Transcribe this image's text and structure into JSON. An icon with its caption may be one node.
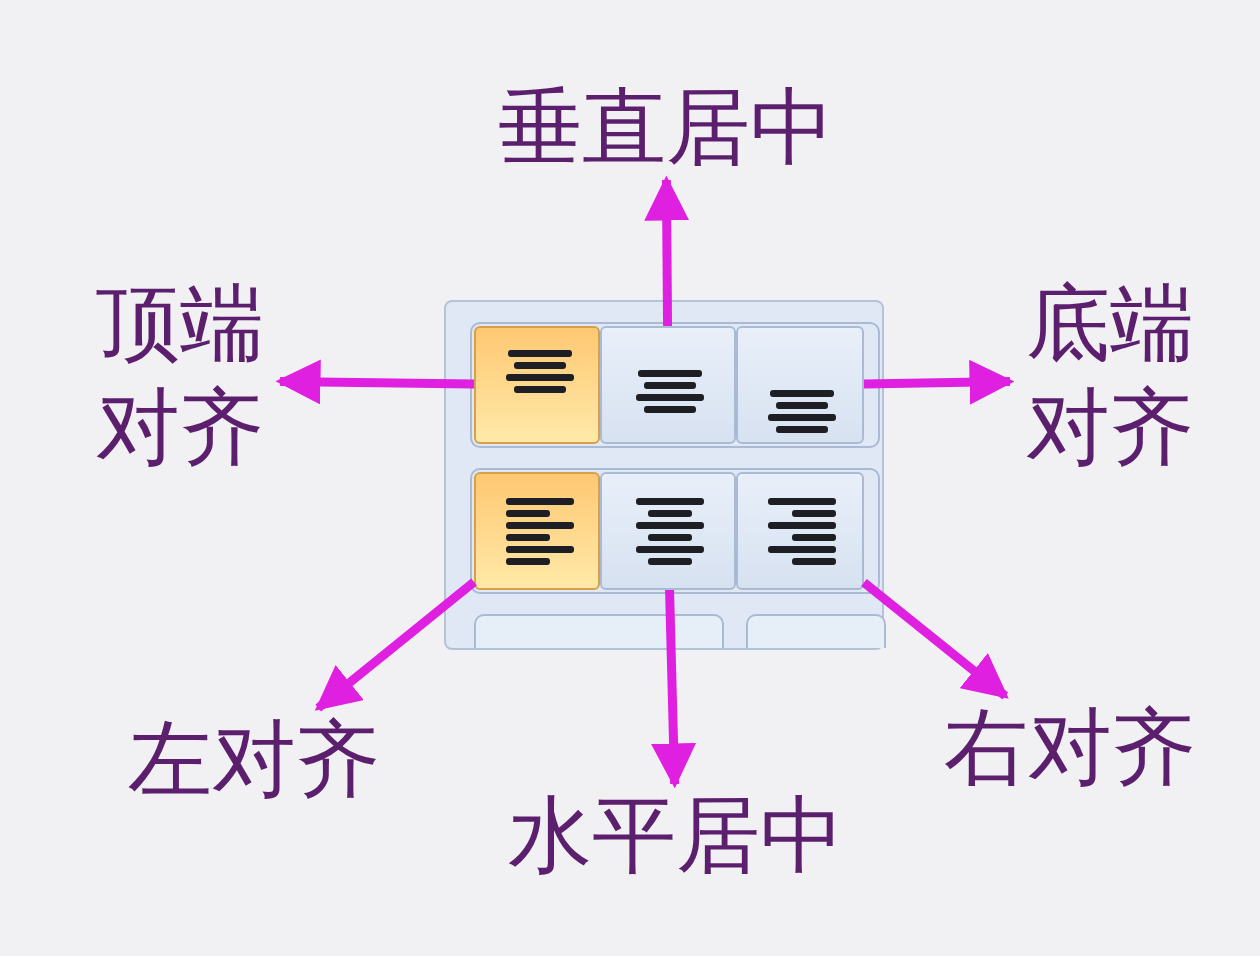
{
  "diagram": {
    "nodes": [
      {
        "text": [
          "垂直居中"
        ]
      },
      {
        "text": [
          "顶端对齐"
        ]
      },
      {
        "text": [
          "底端对齐"
        ]
      },
      {
        "text": [],
        "shape": "box"
      },
      {
        "text": [],
        "shape": "box",
        "in": 3
      },
      {
        "text": [],
        "shape": "box",
        "in": 3
      },
      {
        "text": [],
        "shape": "box",
        "in": 3
      },
      {
        "text": [],
        "shape": "box",
        "in": 3
      },
      {
        "text": [],
        "shape": "box",
        "in": 3
      },
      {
        "text": [],
        "shape": "box",
        "in": 3
      },
      {
        "text": [
          "左对齐"
        ]
      },
      {
        "text": [
          "水平居中"
        ]
      },
      {
        "text": [
          "右对齐"
        ]
      }
    ],
    "edges": [
      {
        "from": 5,
        "to": 0,
        "arrow": "to"
      },
      {
        "from": 4,
        "to": 1,
        "arrow": "to"
      },
      {
        "from": 6,
        "to": 2,
        "arrow": "to"
      },
      {
        "from": 7,
        "to": 10,
        "arrow": "to"
      },
      {
        "from": 8,
        "to": 11,
        "arrow": "to"
      },
      {
        "from": 9,
        "to": 12,
        "arrow": "to"
      }
    ]
  }
}
